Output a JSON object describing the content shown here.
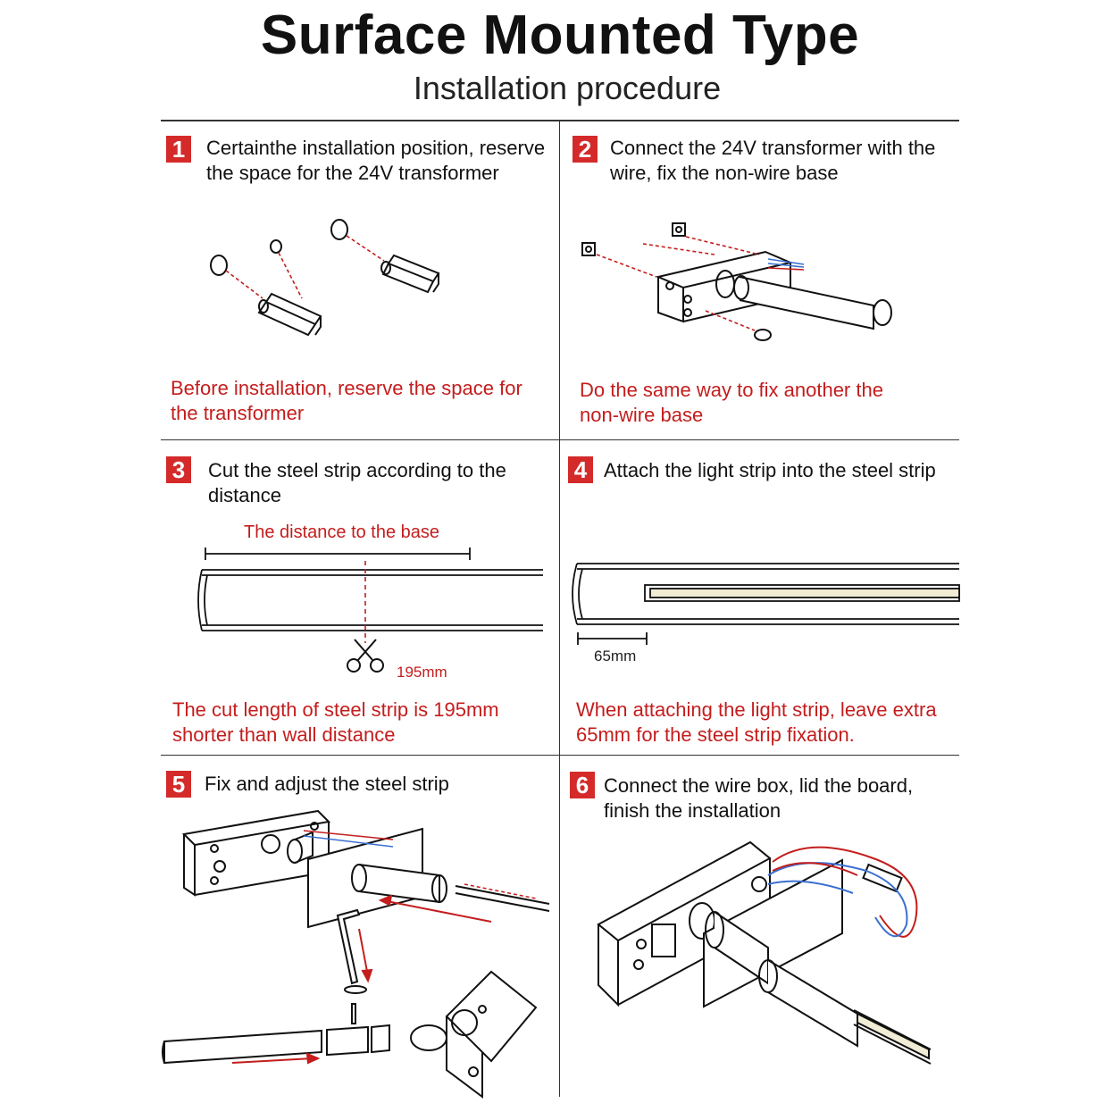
{
  "header": {
    "title": "Surface Mounted Type",
    "subtitle": "Installation procedure"
  },
  "steps": [
    {
      "number": "1",
      "text_line1": "Certainthe installation position, reserve",
      "text_line2": "the space for the 24V transformer",
      "note_line1": "Before installation, reserve the space for",
      "note_line2": "the transformer"
    },
    {
      "number": "2",
      "text_line1": "Connect the 24V transformer with the",
      "text_line2": "wire, fix the non-wire base",
      "note_line1": "Do the same way to fix another the",
      "note_line2": "non-wire base"
    },
    {
      "number": "3",
      "text_line1": "Cut the steel strip according to the",
      "text_line2": "distance",
      "label": "The distance to the base",
      "measure": "195mm",
      "note_line1": "The cut length of steel strip is 195mm",
      "note_line2": "shorter than wall distance"
    },
    {
      "number": "4",
      "text_line1": "Attach the light strip into the steel strip",
      "measure": "65mm",
      "note_line1": "When attaching the light strip, leave extra",
      "note_line2": "65mm for the steel strip fixation."
    },
    {
      "number": "5",
      "text_line1": "Fix and adjust the steel strip"
    },
    {
      "number": "6",
      "text_line1": "Connect the wire box, lid the board,",
      "text_line2": "finish the installation"
    }
  ],
  "colors": {
    "accent": "#d42a2a",
    "note": "#c41d1d",
    "wire_blue": "#3a6fd0"
  }
}
